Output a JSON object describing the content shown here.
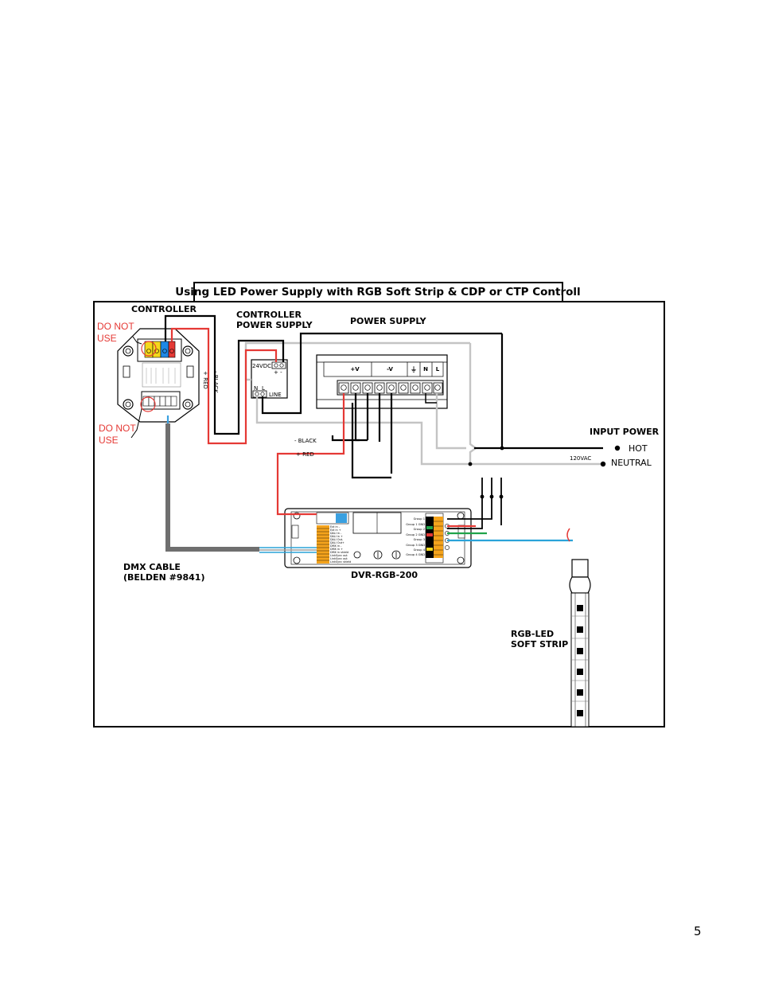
{
  "title": "Using LED Power Supply with RGB Soft Strip & CDP or CTP Controll",
  "labels": {
    "controller": "CONTROLLER",
    "controller_power_supply_1": "CONTROLLER",
    "controller_power_supply_2": "POWER SUPPLY",
    "power_supply": "POWER SUPPLY",
    "input_power": "INPUT POWER",
    "hot": "HOT",
    "neutral": "NEUTRAL",
    "vac": "120VAC",
    "dmx_cable_1": "DMX CABLE",
    "dmx_cable_2": "(BELDEN #9841)",
    "dvr": "DVR-RGB-200",
    "rgb_led_1": "RGB-LED",
    "rgb_led_2": "SOFT STRIP",
    "do_not_use_top_1": "DO NOT",
    "do_not_use_top_2": "USE",
    "do_not_use_bottom_1": "DO NOT",
    "do_not_use_bottom_2": "USE",
    "wire_minus_black_vertical": "- BLACK",
    "wire_plus_red_vertical": "+ RED",
    "wire_minus_black": "- BLACK",
    "wire_plus_red": "+ RED",
    "vdc": "24VDC",
    "psu_plus_minus": "+ -",
    "psu_n": "N",
    "psu_l": "L",
    "psu_line": "LINE",
    "term_plus_v": "+V",
    "term_minus_v": "-V",
    "term_ground": "⏚",
    "term_n": "N",
    "term_l": "L"
  },
  "dvr_left_terminals": [
    "Ext in -",
    "Ext in +",
    "DALI in -",
    "DALI in +",
    "DALI Out-",
    "DALI Out+",
    "DMX in -",
    "DMX in +",
    "DMX in shield",
    "LinkSync out",
    "LinkSync out",
    "LinkSync shield"
  ],
  "dvr_right_terminals": [
    "Group 1",
    "Group 1 GND",
    "Group 2",
    "Group 2 GND",
    "Group 3",
    "Group 3 GND",
    "Group 4",
    "Group 4 GND"
  ],
  "colors": {
    "red": "#e53935",
    "green": "#1fa34a",
    "blue": "#2aa3d9",
    "gray": "#c4c4c4",
    "dark_gray": "#6f6f6f",
    "black": "#000000",
    "yellow": "#f4d81c",
    "terminal_blue": "#1e88e5"
  },
  "page_number": "5"
}
